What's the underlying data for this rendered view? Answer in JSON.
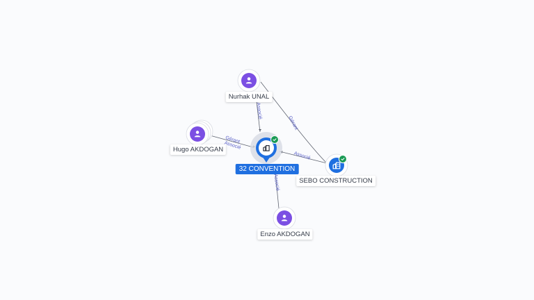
{
  "colors": {
    "person": "#7b4fe3",
    "company": "#1f6fe0",
    "verified": "#1a9a55",
    "edge": "#5f6470",
    "edge_label": "#5a60c8"
  },
  "nodes": [
    {
      "id": "nurhak",
      "label": "Nurhak UNAL",
      "type": "person",
      "icon": "person-icon"
    },
    {
      "id": "hugo",
      "label": "Hugo AKDOGAN",
      "type": "person",
      "icon": "person-icon",
      "stacked": true
    },
    {
      "id": "convention",
      "label": "32 CONVENTION",
      "type": "company",
      "icon": "building-icon",
      "verified": true,
      "main": true
    },
    {
      "id": "sebo",
      "label": "SEBO CONSTRUCTION",
      "type": "company",
      "icon": "building-icon",
      "verified": true
    },
    {
      "id": "enzo",
      "label": "Enzo AKDOGAN",
      "type": "person",
      "icon": "person-icon"
    }
  ],
  "edges": [
    {
      "id": "nurhak-convention",
      "labels": [
        "Associé"
      ]
    },
    {
      "id": "nurhak-sebo",
      "labels": [
        "Gérant"
      ]
    },
    {
      "id": "hugo-convention",
      "labels": [
        "Gérant",
        "Associé"
      ]
    },
    {
      "id": "sebo-convention",
      "labels": [
        "Associé"
      ]
    },
    {
      "id": "enzo-convention",
      "labels": [
        "Associé"
      ]
    }
  ]
}
